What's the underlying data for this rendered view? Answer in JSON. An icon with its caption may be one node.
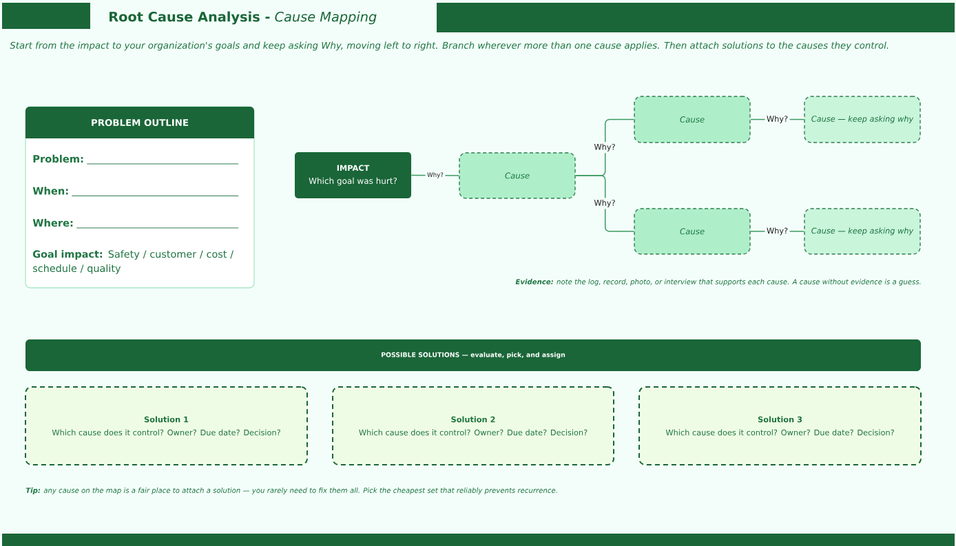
{
  "diagram": {
    "title": "**Root Cause Analysis -** *Cause Mapping*",
    "nodes": [
      {
        "text": [
          "PROBLEM OUTLINE",
          "Problem:",
          "When:",
          "Where:",
          "**Goal impact:** Safety / customer / cost / schedule / quality"
        ]
      },
      {
        "text": [
          "IMPACT",
          "Which goal was hurt?"
        ]
      },
      {
        "text": [
          "Cause"
        ]
      },
      {
        "text": [
          "Cause"
        ]
      },
      {
        "text": [
          "Cause — keep asking why"
        ]
      },
      {
        "text": [
          "Cause"
        ]
      },
      {
        "text": [
          "Cause — keep asking why"
        ]
      },
      {
        "text": [
          "POSSIBLE SOLUTIONS — evaluate, pick, and assign"
        ]
      },
      {
        "text": [
          "Solution 1",
          "Which cause does it control? Owner? Due date? Decision?"
        ]
      },
      {
        "text": [
          "Solution 2",
          "Which cause does it control? Owner? Due date? Decision?"
        ]
      },
      {
        "text": [
          "Solution 3",
          "Which cause does it control? Owner? Due date? Decision?"
        ]
      }
    ],
    "edges": [
      {
        "from": 1,
        "to": 2,
        "arrow": "none",
        "label": "Why?"
      },
      {
        "from": 2,
        "to": 3,
        "arrow": "none",
        "label": "Why?"
      },
      {
        "from": 2,
        "to": 5,
        "arrow": "none",
        "label": "Why?"
      },
      {
        "from": 3,
        "to": 4,
        "arrow": "none",
        "label": "Why?"
      },
      {
        "from": 5,
        "to": 6,
        "arrow": "none",
        "label": "Why?"
      }
    ],
    "labels": [
      "Start from the impact to your organization's goals and keep asking Why, moving left to right. Branch wherever more than one cause applies. Then attach solutions to the causes they control.",
      "**Evidence:** note the log, record, photo, or interview that supports each cause. A cause without evidence is a guess.",
      "**Tip:** any cause on the map is a fair place to attach a solution — you rarely need to fix them all. Pick the cheapest set that reliably prevents recurrence."
    ]
  }
}
